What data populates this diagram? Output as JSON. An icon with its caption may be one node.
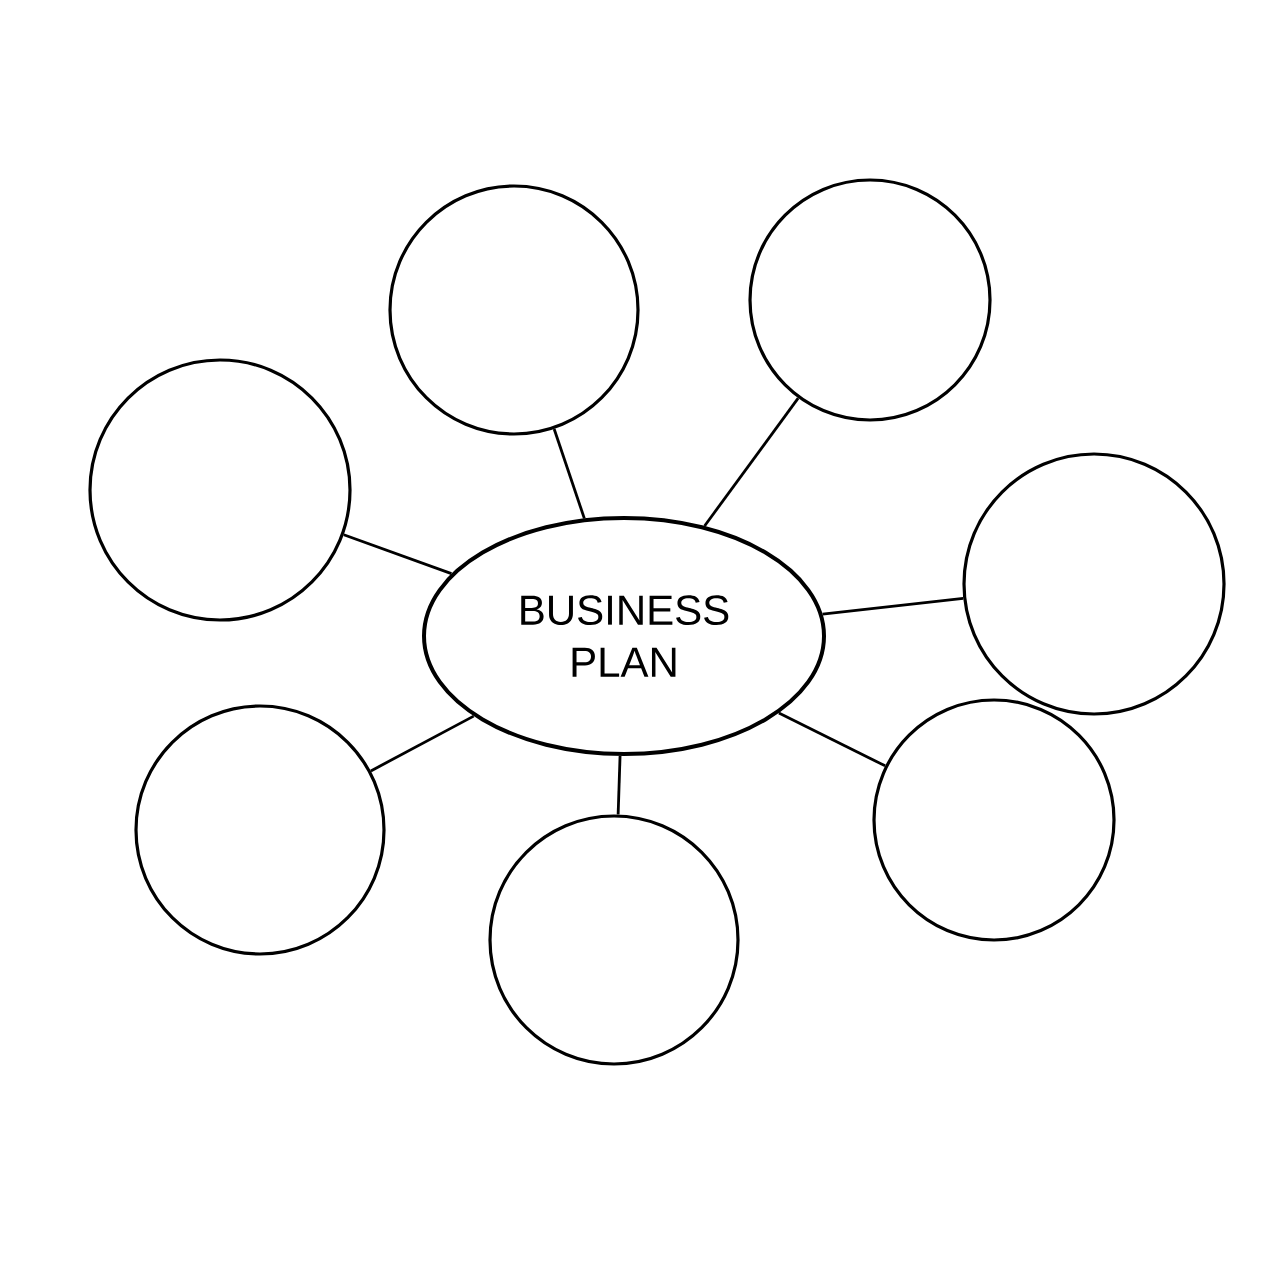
{
  "diagram": {
    "nodes": [
      {
        "text": [
          "BUSINESS PLAN"
        ]
      },
      {
        "text": [],
        "shape": "circle"
      },
      {
        "text": [],
        "shape": "circle"
      },
      {
        "text": [],
        "shape": "circle"
      },
      {
        "text": [],
        "shape": "circle"
      },
      {
        "text": [],
        "shape": "circle"
      },
      {
        "text": [],
        "shape": "circle"
      },
      {
        "text": [],
        "shape": "circle"
      }
    ],
    "edges": [
      {
        "from": 0,
        "to": 1,
        "arrow": "none"
      },
      {
        "from": 0,
        "to": 2,
        "arrow": "none"
      },
      {
        "from": 0,
        "to": 3,
        "arrow": "none"
      },
      {
        "from": 0,
        "to": 4,
        "arrow": "none"
      },
      {
        "from": 0,
        "to": 5,
        "arrow": "none"
      },
      {
        "from": 0,
        "to": 6,
        "arrow": "none"
      },
      {
        "from": 0,
        "to": 7,
        "arrow": "none"
      }
    ]
  }
}
